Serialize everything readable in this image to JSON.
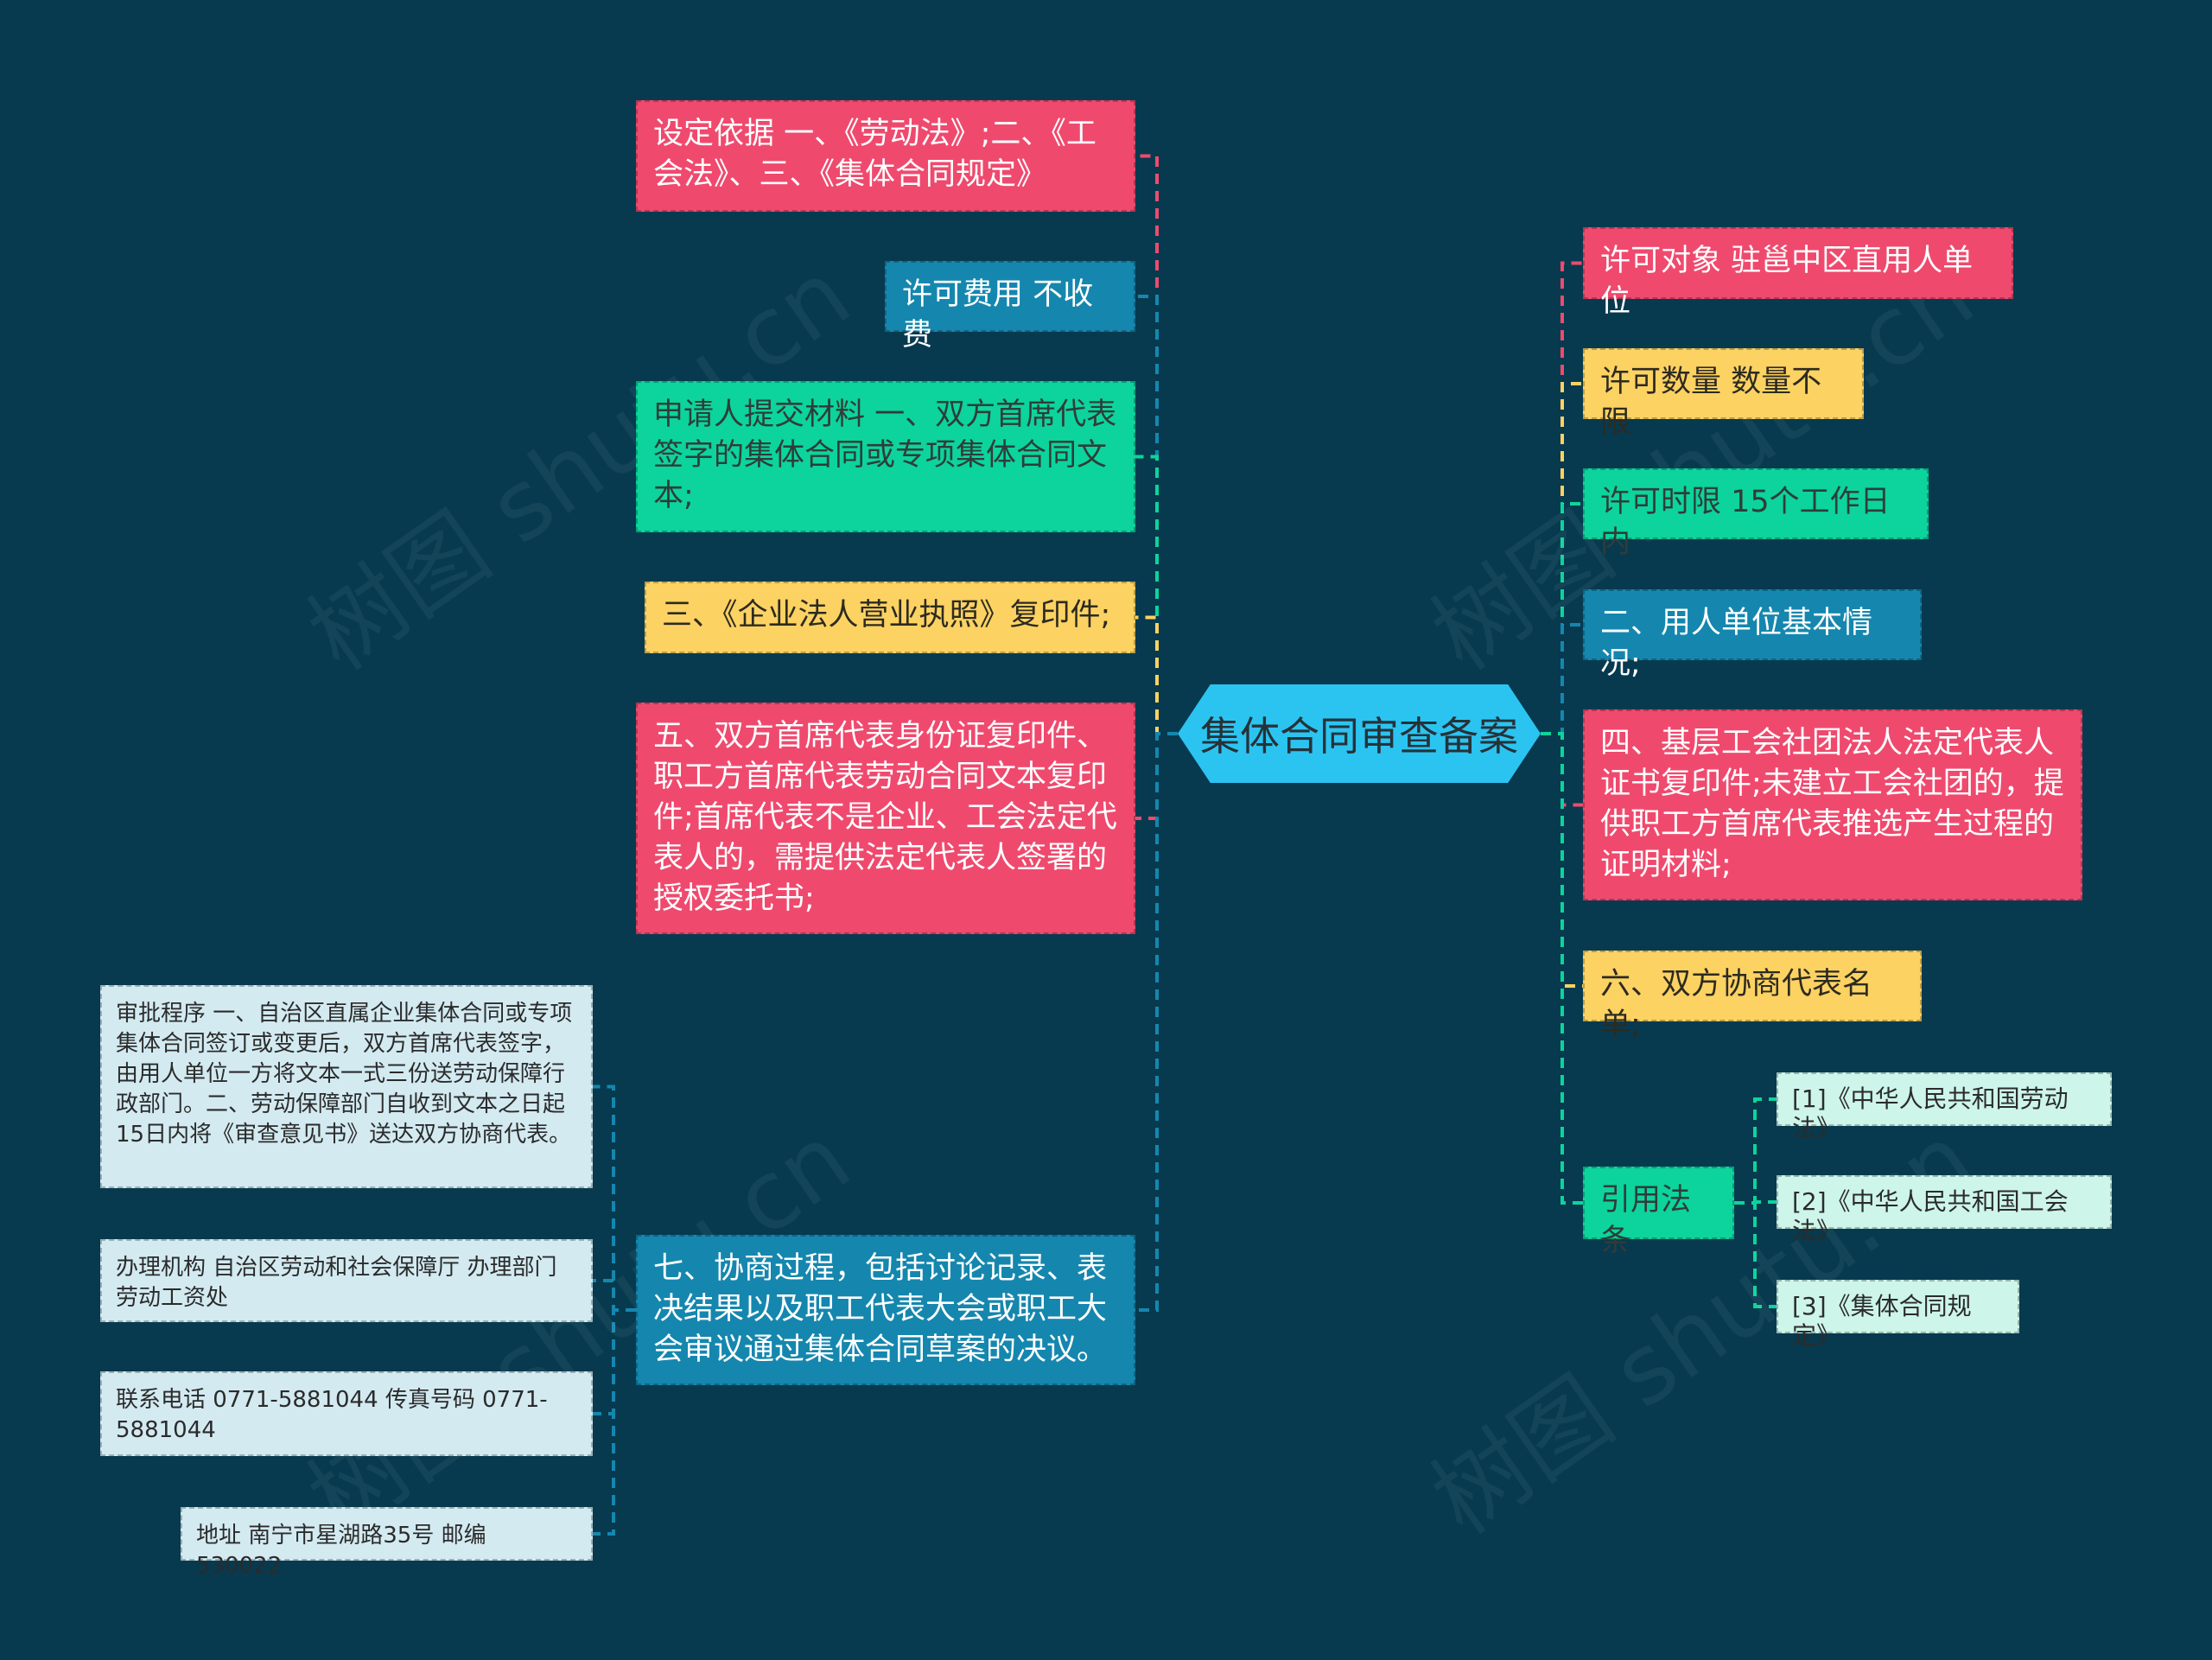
{
  "center": "集体合同审查备案",
  "left": [
    {
      "text": "设定依据 一、《劳动法》;二、《工会法》、三、《集体合同规定》",
      "color": "#ef4a6e"
    },
    {
      "text": "许可费用 不收费",
      "color": "#1587ae"
    },
    {
      "text": "申请人提交材料 一、双方首席代表签字的集体合同或专项集体合同文本;",
      "color": "#0cd49c"
    },
    {
      "text": "三、《企业法人营业执照》复印件;",
      "color": "#fcd262"
    },
    {
      "text": "五、双方首席代表身份证复印件、职工方首席代表劳动合同文本复印件;首席代表不是企业、工会法定代表人的，需提供法定代表人签署的授权委托书;",
      "color": "#ef4a6e"
    },
    {
      "text": "七、协商过程，包括讨论记录、表决结果以及职工代表大会或职工大会审议通过集体合同草案的决议。",
      "color": "#1587ae"
    }
  ],
  "leaves": [
    "审批程序 一、自治区直属企业集体合同或专项集体合同签订或变更后，双方首席代表签字，由用人单位一方将文本一式三份送劳动保障行政部门。二、劳动保障部门自收到文本之日起15日内将《审查意见书》送达双方协商代表。",
    "办理机构 自治区劳动和社会保障厅 办理部门 劳动工资处",
    "联系电话 0771-5881044 传真号码 0771-5881044",
    "地址 南宁市星湖路35号 邮编 530022"
  ],
  "right": [
    {
      "text": "许可对象 驻邕中区直用人单位",
      "color": "#ef4a6e"
    },
    {
      "text": "许可数量 数量不限",
      "color": "#fcd262"
    },
    {
      "text": "许可时限 15个工作日内",
      "color": "#0cd49c"
    },
    {
      "text": "二、用人单位基本情况;",
      "color": "#1587ae"
    },
    {
      "text": "四、基层工会社团法人法定代表人证书复印件;未建立工会社团的，提供职工方首席代表推选产生过程的证明材料;",
      "color": "#ef4a6e"
    },
    {
      "text": "六、双方协商代表名单;",
      "color": "#fcd262"
    },
    {
      "text": "引用法条",
      "color": "#0cd49c"
    }
  ],
  "citations": [
    "[1]《中华人民共和国劳动法》",
    "[2]《中华人民共和国工会法》",
    "[3]《集体合同规定》"
  ],
  "watermark": "树图 shutu.cn",
  "leaf_line_color": "#1587ae",
  "citation_line_color": "#0cd49c"
}
